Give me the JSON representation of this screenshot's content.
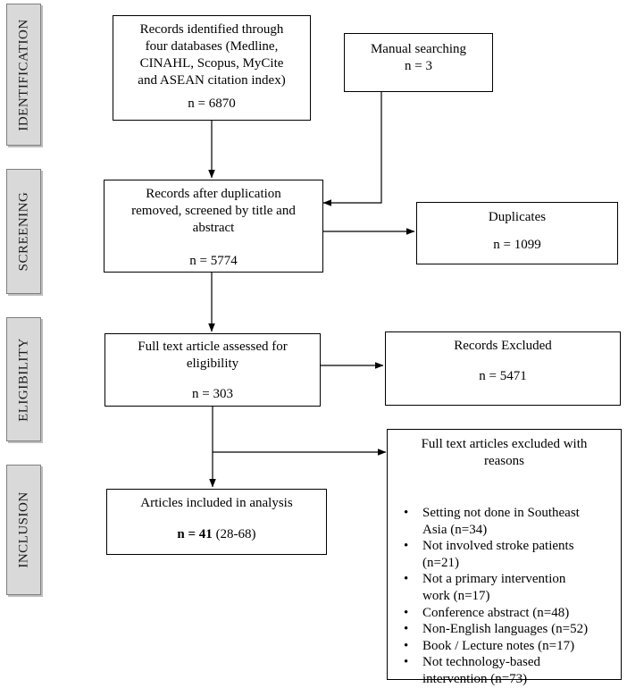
{
  "stages": {
    "identification": "IDENTIFICATION",
    "screening": "SCREENING",
    "eligibility": "ELIGIBILITY",
    "inclusion": "INCLUSION"
  },
  "boxes": {
    "identified": {
      "lines": [
        "Records identified through",
        "four databases (Medline,",
        "CINAHL, Scopus, MyCite",
        "and ASEAN citation index)"
      ],
      "count": "n = 6870"
    },
    "manual": {
      "lines": [
        "Manual searching"
      ],
      "count": "n = 3"
    },
    "screened": {
      "lines": [
        "Records after duplication",
        "removed, screened by title and",
        "abstract"
      ],
      "count": "n = 5774"
    },
    "duplicates": {
      "lines": [
        "Duplicates"
      ],
      "count": "n = 1099"
    },
    "fulltext": {
      "lines": [
        "Full text article assessed for",
        "eligibility"
      ],
      "count": "n = 303"
    },
    "excluded": {
      "lines": [
        "Records Excluded"
      ],
      "count": "n = 5471"
    },
    "included": {
      "lines": [
        "Articles included in analysis"
      ],
      "count_bold": "n = 41",
      "count_rest": " (28-68)"
    },
    "reasons": {
      "lines": [
        "Full text articles excluded with",
        "reasons"
      ],
      "items": [
        [
          "Setting not done in Southeast",
          "Asia (n=34)"
        ],
        [
          "Not involved stroke patients",
          "(n=21)"
        ],
        [
          "Not a primary intervention",
          "work (n=17)"
        ],
        [
          "Conference abstract (n=48)"
        ],
        [
          "Non-English languages (n=52)"
        ],
        [
          "Book / Lecture notes (n=17)"
        ],
        [
          "Not technology-based",
          "intervention (n=73)"
        ]
      ]
    }
  }
}
